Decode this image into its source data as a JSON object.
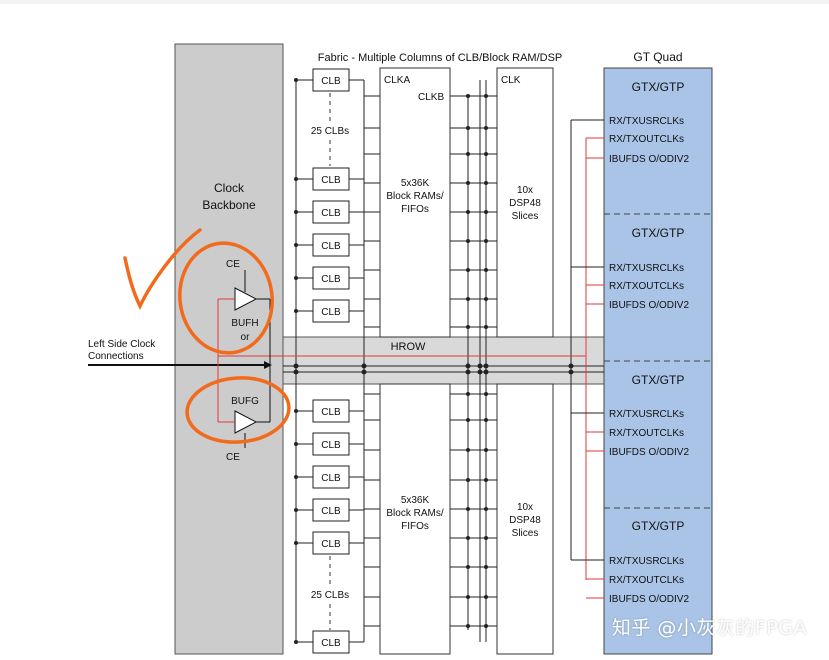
{
  "titles": {
    "fabric": "Fabric - Multiple Columns of CLB/Block RAM/DSP",
    "gt_quad": "GT Quad",
    "clock_backbone_l1": "Clock",
    "clock_backbone_l2": "Backbone",
    "left_side_l1": "Left Side Clock",
    "left_side_l2": "Connections",
    "hrow": "HROW"
  },
  "buffers": {
    "ce_top": "CE",
    "bufh": "BUFH",
    "or": "or",
    "bufg": "BUFG",
    "ce_bottom": "CE"
  },
  "clb": {
    "label": "CLB",
    "count_label": "25 CLBs"
  },
  "bram": {
    "clka": "CLKA",
    "clkb": "CLKB",
    "l1": "5x36K",
    "l2": "Block RAMs/",
    "l3": "FIFOs"
  },
  "dsp": {
    "clk": "CLK",
    "l1": "10x",
    "l2": "DSP48",
    "l3": "Slices"
  },
  "gt": {
    "blocks": [
      {
        "title": "GTX/GTP",
        "s1": "RX/TXUSRCLKs",
        "s2": "RX/TXOUTCLKs",
        "s3": "IBUFDS O/ODIV2"
      },
      {
        "title": "GTX/GTP",
        "s1": "RX/TXUSRCLKs",
        "s2": "RX/TXOUTCLKs",
        "s3": "IBUFDS O/ODIV2"
      },
      {
        "title": "GTX/GTP",
        "s1": "RX/TXUSRCLKs",
        "s2": "RX/TXOUTCLKs",
        "s3": "IBUFDS O/ODIV2"
      },
      {
        "title": "GTX/GTP",
        "s1": "RX/TXUSRCLKs",
        "s2": "RX/TXOUTCLKs",
        "s3": "IBUFDS O/ODIV2"
      }
    ]
  },
  "watermark": "知乎 @小灰灰的FPGA",
  "colors": {
    "backbone": "#cccccc",
    "gt_quad": "#a9c4e6",
    "red_wire": "#e03a3a",
    "annotation": "#f26a1b"
  }
}
